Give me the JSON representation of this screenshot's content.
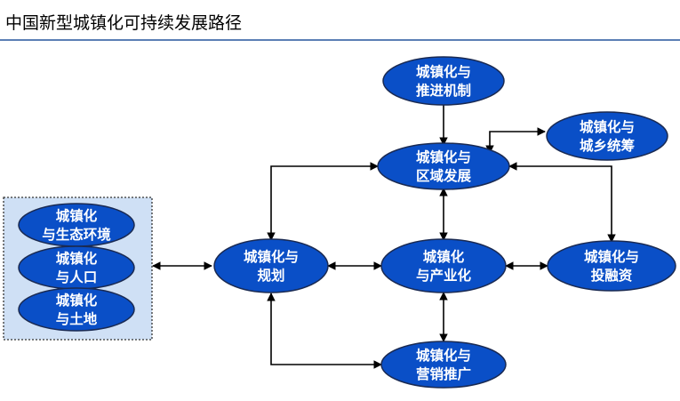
{
  "title": "中国新型城镇化可持续发展路径",
  "colors": {
    "node_fill": "#0a4fc7",
    "node_stroke": "#1a2a52",
    "node_text": "#ffffff",
    "panel_fill": "#cfe0f5",
    "panel_border": "#333333",
    "arrow": "#000000",
    "title_rule": "#5b7fb5"
  },
  "nodes": {
    "mechanism": [
      "城镇化与",
      "推进机制"
    ],
    "urban_rural": [
      "城镇化与",
      "城乡统筹"
    ],
    "regional": [
      "城镇化与",
      "区域发展"
    ],
    "planning": [
      "城镇化与",
      "规划"
    ],
    "industry": [
      "城镇化",
      "与产业化"
    ],
    "investment": [
      "城镇化与",
      "投融资"
    ],
    "marketing": [
      "城镇化与",
      "营销推广"
    ],
    "ecology": [
      "城镇化",
      "与生态环境"
    ],
    "population": [
      "城镇化",
      "与人口"
    ],
    "land": [
      "城镇化",
      "与土地"
    ]
  }
}
